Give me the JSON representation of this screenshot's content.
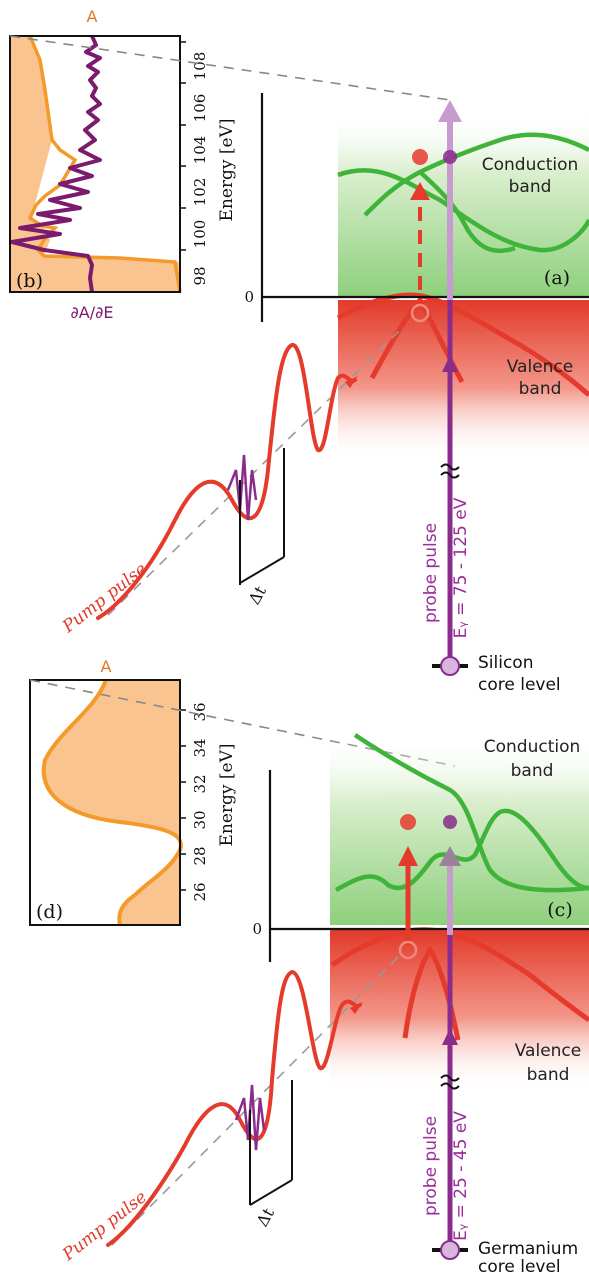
{
  "colors": {
    "pump": "#e53b2c",
    "probe": "#8a2c8c",
    "probe_light": "#c79bd0",
    "conduction": "#3fb33a",
    "absorption_fill": "#f9c48f",
    "absorption_line": "#f39a2b",
    "derivative": "#7a1b6e"
  },
  "top": {
    "panel_a": "(a)",
    "panel_b": "(b)",
    "a_label": "A",
    "dA_label": "∂A/∂E",
    "y_axis_label": "Energy [eV]",
    "y_ticks": [
      "98",
      "100",
      "102",
      "104",
      "106",
      "108"
    ],
    "zero_label": "0",
    "conduction_label_1": "Conduction",
    "conduction_label_2": "band",
    "valence_label_1": "Valence",
    "valence_label_2": "band",
    "pump_label": "Pump pulse",
    "delay_label": "Δt",
    "probe_label": "probe pulse",
    "probe_energy": "Eᵧ = 75 - 125 eV",
    "core_label_1": "Silicon",
    "core_label_2": "core level"
  },
  "bottom": {
    "panel_c": "(c)",
    "panel_d": "(d)",
    "a_label": "A",
    "y_axis_label": "Energy [eV]",
    "y_ticks": [
      "26",
      "28",
      "30",
      "32",
      "34",
      "36"
    ],
    "zero_label": "0",
    "conduction_label_1": "Conduction",
    "conduction_label_2": "band",
    "valence_label_1": "Valence",
    "valence_label_2": "band",
    "pump_label": "Pump pulse",
    "delay_label": "Δt",
    "probe_label": "probe pulse",
    "probe_energy": "Eᵧ = 25 - 45 eV",
    "core_label_1": "Germanium",
    "core_label_2": "core level"
  }
}
